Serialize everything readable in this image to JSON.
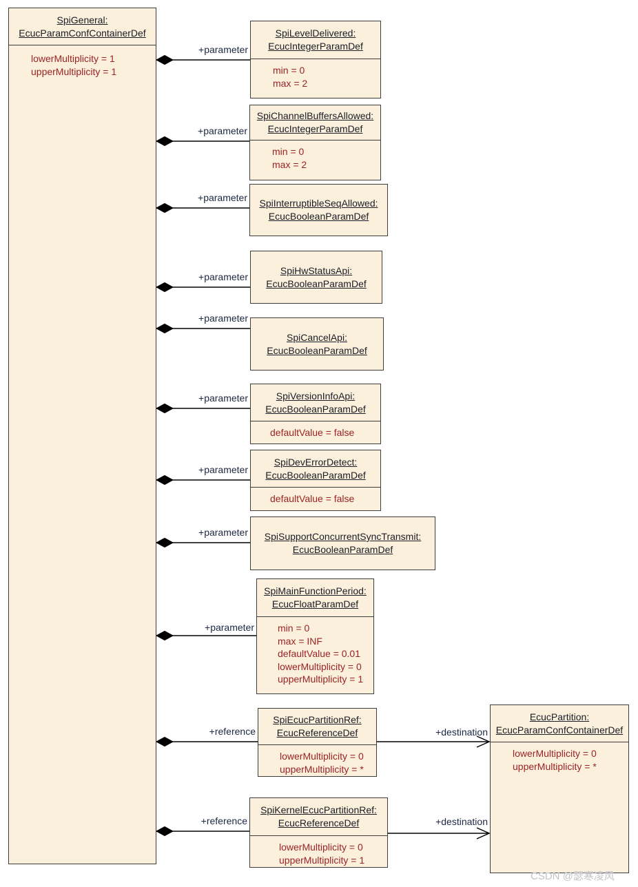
{
  "diagram": {
    "watermark": "CSDN @瑟寒凌风",
    "colors": {
      "box_fill": "#faf0dc",
      "box_border": "#3c3c3c",
      "title_text": "#1b1c26",
      "attribute_text": "#9b2226",
      "connector_label_text": "#1e2742",
      "connector_line": "#000000",
      "watermark_text": "#c3c3c8"
    }
  },
  "labels": {
    "parameter": "+parameter",
    "reference": "+reference",
    "destination": "+destination"
  },
  "boxes": {
    "spiGeneral": {
      "name": "SpiGeneral:",
      "type": "EcucParamConfContainerDef",
      "attrs": [
        "lowerMultiplicity = 1",
        "upperMultiplicity = 1"
      ]
    },
    "spiLevelDelivered": {
      "name": "SpiLevelDelivered:",
      "type": "EcucIntegerParamDef",
      "attrs": [
        "min = 0",
        "max = 2"
      ]
    },
    "spiChannelBuffersAllowed": {
      "name": "SpiChannelBuffersAllowed:",
      "type": "EcucIntegerParamDef",
      "attrs": [
        "min = 0",
        "max = 2"
      ]
    },
    "spiInterruptibleSeqAllowed": {
      "name": "SpiInterruptibleSeqAllowed:",
      "type": "EcucBooleanParamDef",
      "attrs": []
    },
    "spiHwStatusApi": {
      "name": "SpiHwStatusApi:",
      "type": "EcucBooleanParamDef",
      "attrs": []
    },
    "spiCancelApi": {
      "name": "SpiCancelApi:",
      "type": "EcucBooleanParamDef",
      "attrs": []
    },
    "spiVersionInfoApi": {
      "name": "SpiVersionInfoApi:",
      "type": "EcucBooleanParamDef",
      "attrs": [
        "defaultValue = false"
      ]
    },
    "spiDevErrorDetect": {
      "name": "SpiDevErrorDetect:",
      "type": "EcucBooleanParamDef",
      "attrs": [
        "defaultValue = false"
      ]
    },
    "spiSupportConcurrentSyncTransmit": {
      "name": "SpiSupportConcurrentSyncTransmit:",
      "type": "EcucBooleanParamDef",
      "attrs": []
    },
    "spiMainFunctionPeriod": {
      "name": "SpiMainFunctionPeriod:",
      "type": "EcucFloatParamDef",
      "attrs": [
        "min = 0",
        "max = INF",
        "defaultValue = 0.01",
        "lowerMultiplicity = 0",
        "upperMultiplicity = 1"
      ]
    },
    "spiEcucPartitionRef": {
      "name": "SpiEcucPartitionRef:",
      "type": "EcucReferenceDef",
      "attrs": [
        "lowerMultiplicity = 0",
        "upperMultiplicity = *"
      ]
    },
    "spiKernelEcucPartitionRef": {
      "name": "SpiKernelEcucPartitionRef:",
      "type": "EcucReferenceDef",
      "attrs": [
        "lowerMultiplicity = 0",
        "upperMultiplicity = 1"
      ]
    },
    "ecucPartition": {
      "name": "EcucPartition:",
      "type": "EcucParamConfContainerDef",
      "attrs": [
        "lowerMultiplicity = 0",
        "upperMultiplicity = *"
      ]
    }
  }
}
